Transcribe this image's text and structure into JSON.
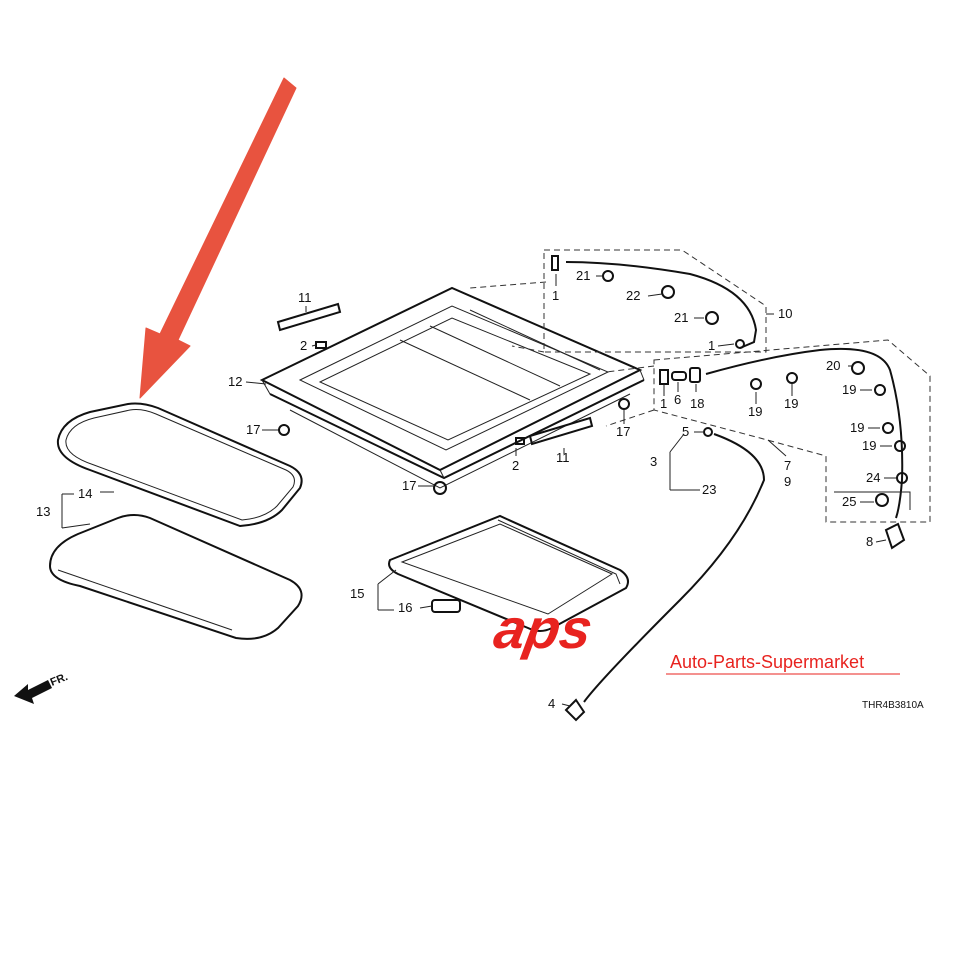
{
  "diagram_code": "THR4B3810A",
  "watermark": {
    "brand": "aps",
    "tagline": "Auto-Parts-Supermarket",
    "color": "#e8231f"
  },
  "front_indicator": "FR.",
  "highlight_arrow_color": "#e8533f",
  "callouts": {
    "c1a": "1",
    "c1b": "1",
    "c1c": "1",
    "c2a": "2",
    "c2b": "2",
    "c3": "3",
    "c4": "4",
    "c5": "5",
    "c6": "6",
    "c7": "7",
    "c8": "8",
    "c9": "9",
    "c10": "10",
    "c11a": "11",
    "c11b": "11",
    "c12": "12",
    "c13": "13",
    "c14": "14",
    "c15": "15",
    "c16": "16",
    "c17a": "17",
    "c17b": "17",
    "c17c": "17",
    "c18": "18",
    "c19a": "19",
    "c19b": "19",
    "c19c": "19",
    "c19d": "19",
    "c19e": "19",
    "c20": "20",
    "c21a": "21",
    "c21b": "21",
    "c22": "22",
    "c23": "23",
    "c24": "24",
    "c25": "25"
  }
}
